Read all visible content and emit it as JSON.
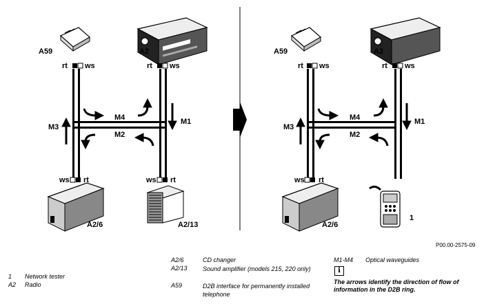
{
  "labels": {
    "a59": "A59",
    "a2": "A2",
    "a26": "A2/6",
    "a213": "A2/13",
    "num1": "1",
    "rt": "rt",
    "ws": "ws",
    "m1": "M1",
    "m2": "M2",
    "m3": "M3",
    "m4": "M4"
  },
  "figure_code": "P00.00-2575-09",
  "legend": {
    "col1": [
      {
        "key": "1",
        "text": "Network tester"
      },
      {
        "key": "A2",
        "text": "Radio"
      }
    ],
    "col2": [
      {
        "key": "A2/6",
        "text": "CD changer"
      },
      {
        "key": "A2/13",
        "text": "Sound amplifier (models 215, 220 only)"
      },
      {
        "key": "A59",
        "text": "D2B interface for permanently installed telephone"
      }
    ],
    "col3": [
      {
        "key": "M1-M4",
        "text": "Optical waveguides"
      }
    ],
    "info_symbol": "i",
    "note": "The arrows identify the direction of flow of information in the D2B ring."
  }
}
